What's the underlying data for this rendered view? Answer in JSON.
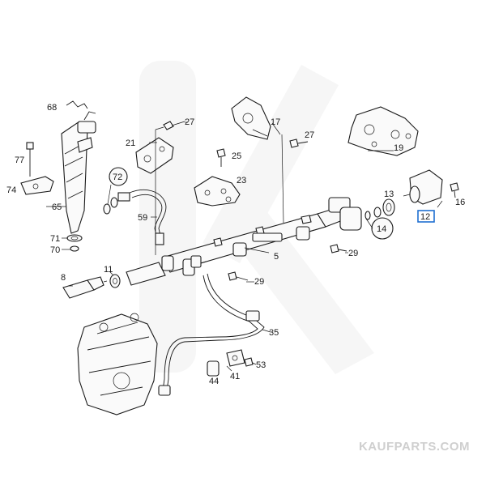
{
  "watermark": {
    "text": "KAUFPARTS.COM"
  },
  "highlight_color": "#1f6fd1",
  "highlighted_part": "12",
  "callouts": {
    "p68": "68",
    "p77": "77",
    "p74": "74",
    "p65": "65",
    "p71": "71",
    "p70": "70",
    "p8": "8",
    "p11": "11",
    "p72": "72",
    "p59": "59",
    "p21": "21",
    "p27a": "27",
    "p25": "25",
    "p23": "23",
    "p17": "17",
    "p27b": "27",
    "p19": "19",
    "p13": "13",
    "p14": "14",
    "p12": "12",
    "p16": "16",
    "p5": "5",
    "p29a": "29",
    "p29b": "29",
    "p35": "35",
    "p41": "41",
    "p44": "44",
    "p53": "53"
  }
}
